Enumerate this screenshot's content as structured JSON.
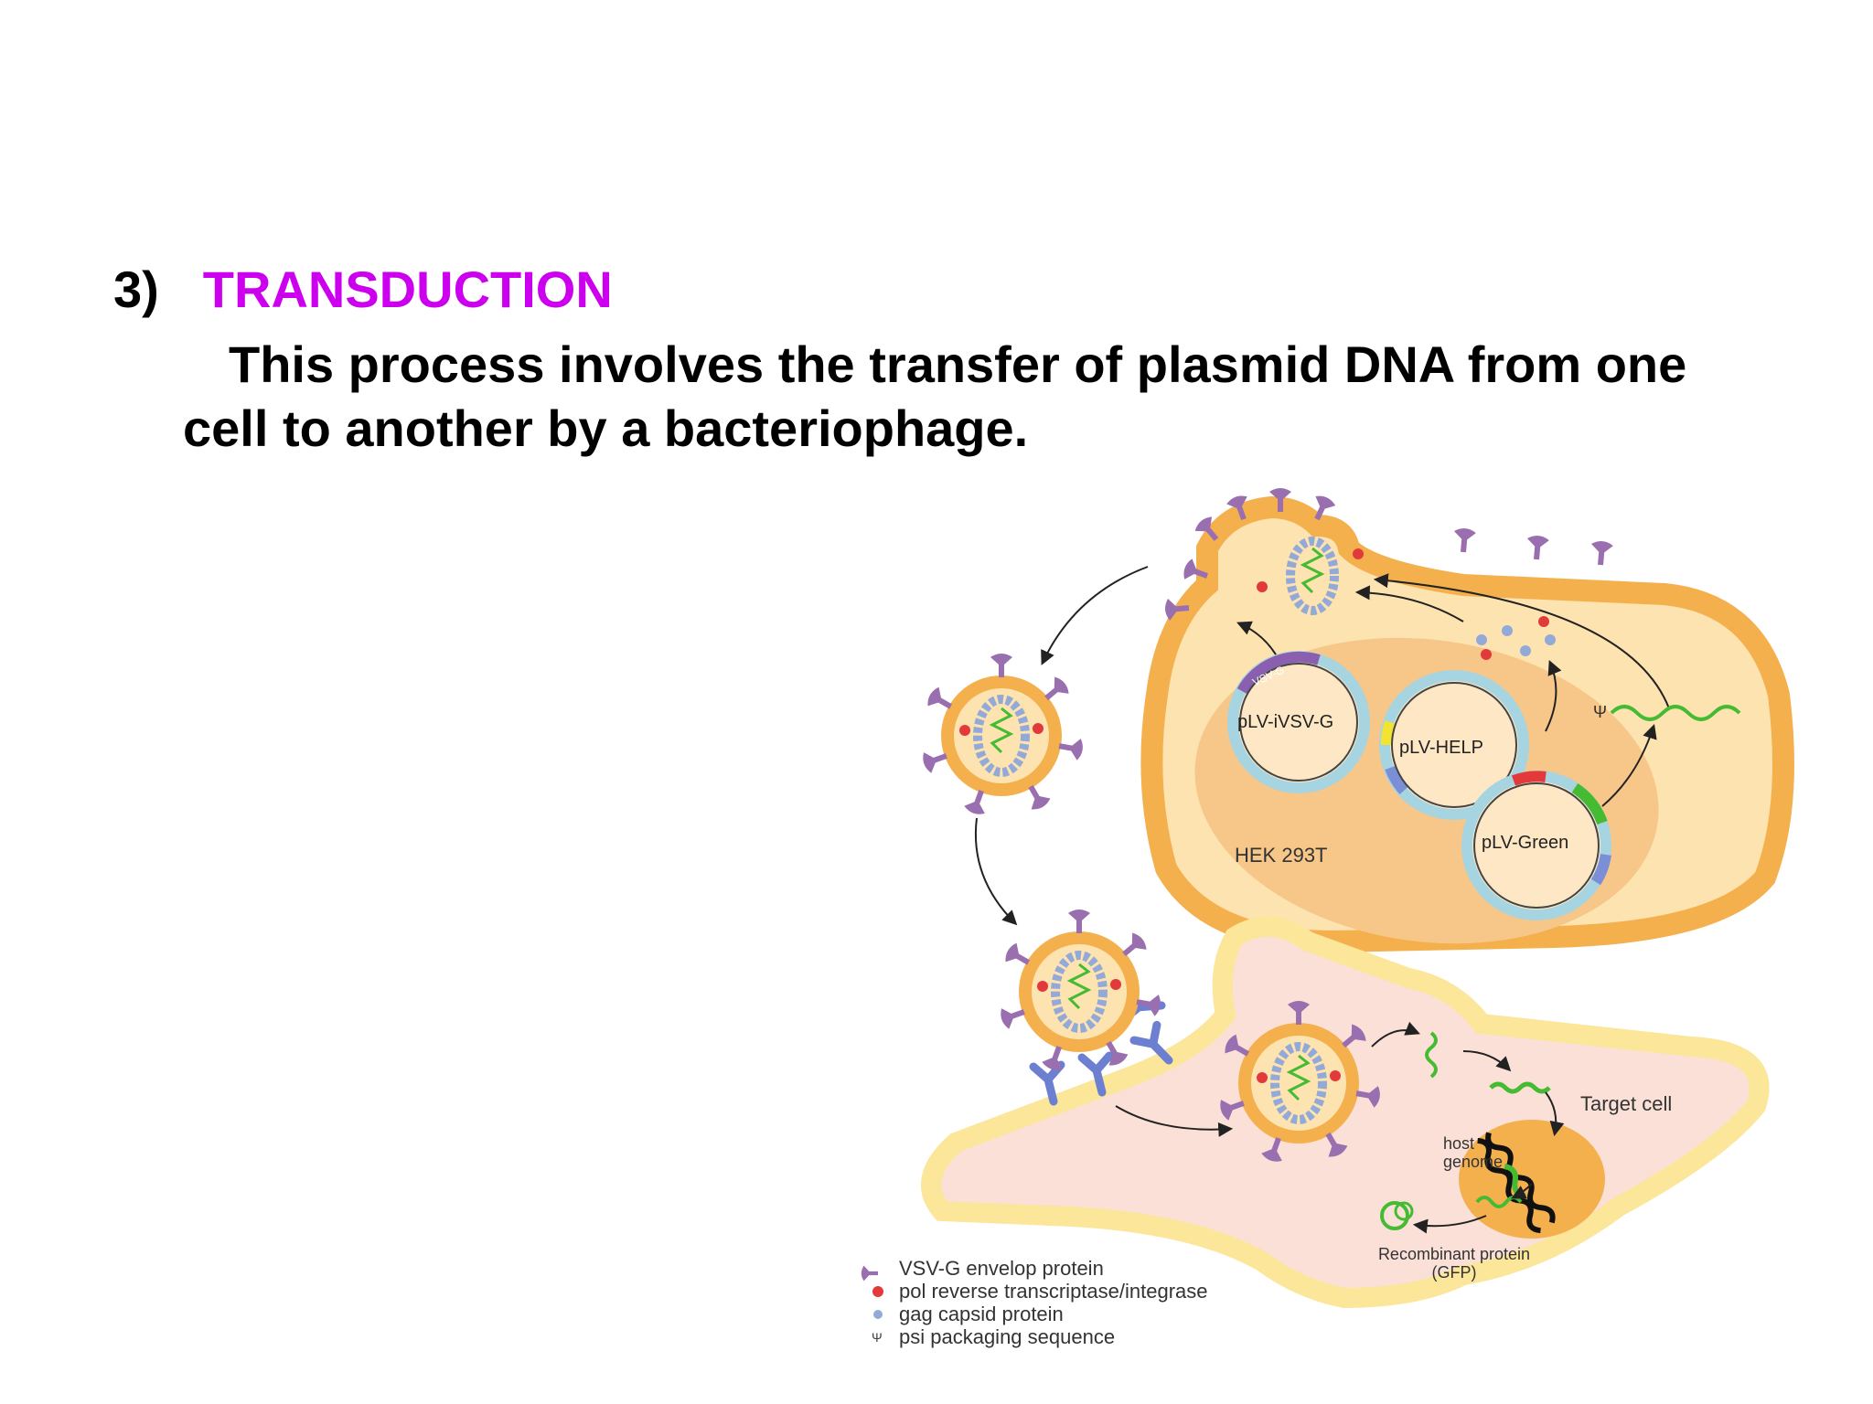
{
  "slide": {
    "number": "3)",
    "title": "TRANSDUCTION",
    "body_line1": "This process involves the transfer of plasmid DNA from one",
    "body_line2": "cell to another by a bacteriophage."
  },
  "diagram": {
    "plasmids": {
      "p1": "pLV-iVSV-G",
      "p1_seg": "VSV-G",
      "p2": "pLV-HELP",
      "p3": "pLV-Green"
    },
    "producer_cell": "HEK 293T",
    "target_cell": "Target cell",
    "host_genome_1": "host",
    "host_genome_2": "genome",
    "recombinant_1": "Recombinant protein",
    "recombinant_2": "(GFP)",
    "psi_symbol": "Ψ",
    "legend": [
      "VSV-G envelop protein",
      "pol reverse transcriptase/integrase",
      "gag capsid protein",
      "psi packaging sequence"
    ]
  },
  "colors": {
    "title": "#cc00ee",
    "cell_orange": "#f5b04e",
    "cell_fill": "#fde3b0",
    "target_fill": "#fbe0d8",
    "target_border": "#fbe69a",
    "envelope_purple": "#9a6fb0",
    "capsid_blue": "#93a9d8",
    "pol_red": "#e23a3a",
    "rna_green": "#44bb33"
  }
}
